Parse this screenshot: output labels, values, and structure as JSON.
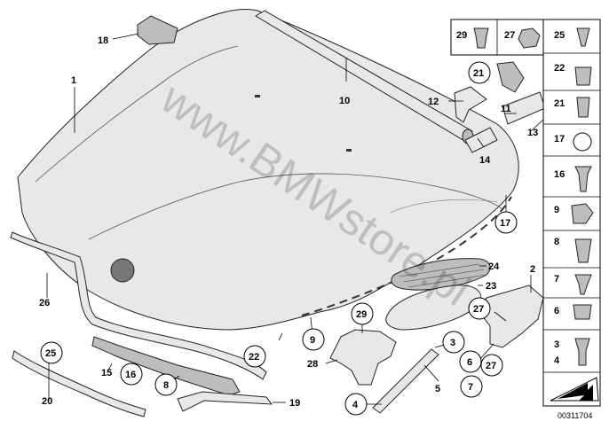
{
  "callouts": {
    "c1": "1",
    "c2": "2",
    "c3": "3",
    "c3b": "3",
    "c4": "4",
    "c4b": "4",
    "c5": "5",
    "c6": "6",
    "c6b": "6",
    "c7": "7",
    "c7b": "7",
    "c8": "8",
    "c8b": "8",
    "c9": "9",
    "c9b": "9",
    "c10": "10",
    "c11": "11",
    "c12": "12",
    "c13": "13",
    "c14": "14",
    "c15": "15",
    "c16": "16",
    "c16b": "16",
    "c17": "17",
    "c17b": "17",
    "c18": "18",
    "c19": "19",
    "c20": "20",
    "c21": "21",
    "c21b": "21",
    "c22": "22",
    "c22b": "22",
    "c23": "23",
    "c24": "24",
    "c25": "25",
    "c25b": "25",
    "c26": "26",
    "c27": "27",
    "c27b": "27",
    "c27c": "27",
    "c28": "28",
    "c29": "29",
    "c29b": "29"
  },
  "watermark": "www.BMWstore.pl",
  "diagram_code": "00311704",
  "icons": {
    "corner_arrow": "arrow-icon"
  }
}
